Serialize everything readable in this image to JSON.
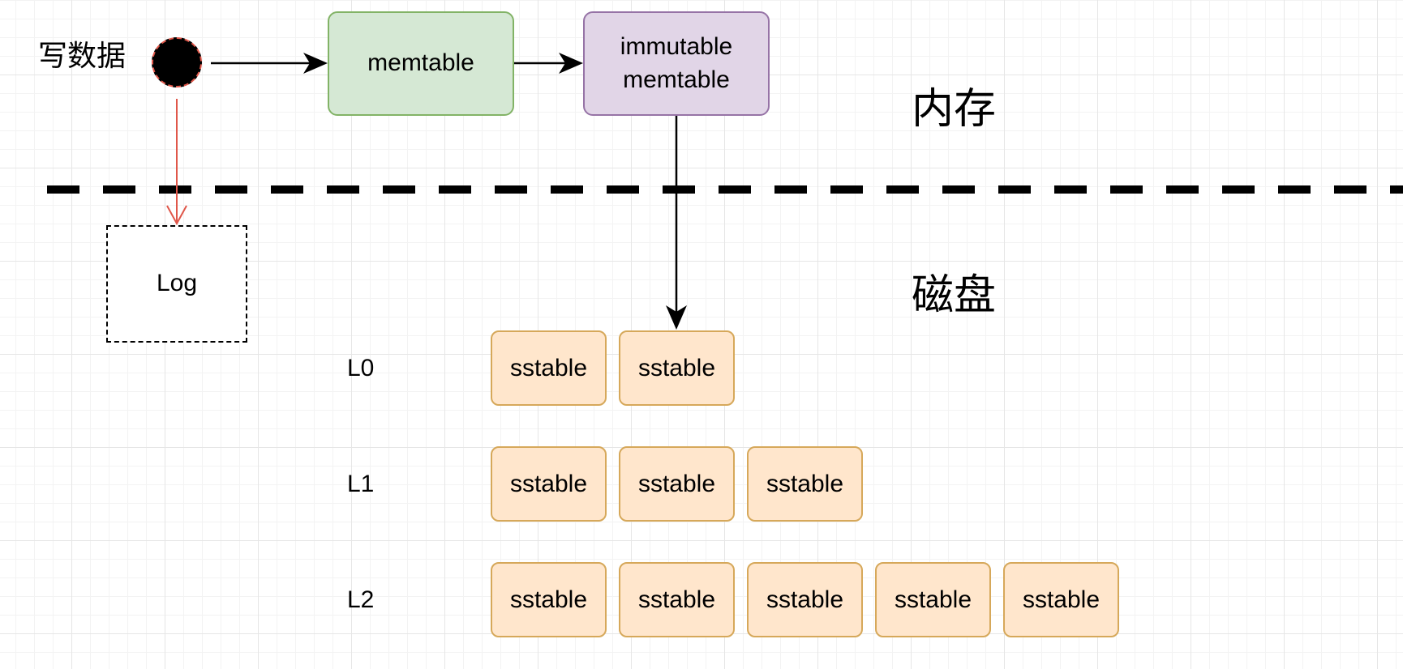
{
  "write_data_label": "写数据",
  "memtable_label": "memtable",
  "immutable_lines": [
    "immutable",
    "memtable"
  ],
  "memory_label": "内存",
  "disk_label": "磁盘",
  "log_label": "Log",
  "levels": [
    {
      "label": "L0",
      "sstables": [
        "sstable",
        "sstable"
      ]
    },
    {
      "label": "L1",
      "sstables": [
        "sstable",
        "sstable",
        "sstable"
      ]
    },
    {
      "label": "L2",
      "sstables": [
        "sstable",
        "sstable",
        "sstable",
        "sstable",
        "sstable"
      ]
    }
  ],
  "colors": {
    "memtable_fill": "#d5e8d4",
    "memtable_stroke": "#82b366",
    "immutable_fill": "#e1d5e7",
    "immutable_stroke": "#9673a6",
    "sstable_fill": "#ffe6cc",
    "sstable_stroke": "#d6a85a",
    "log_arrow": "#e0574a"
  }
}
